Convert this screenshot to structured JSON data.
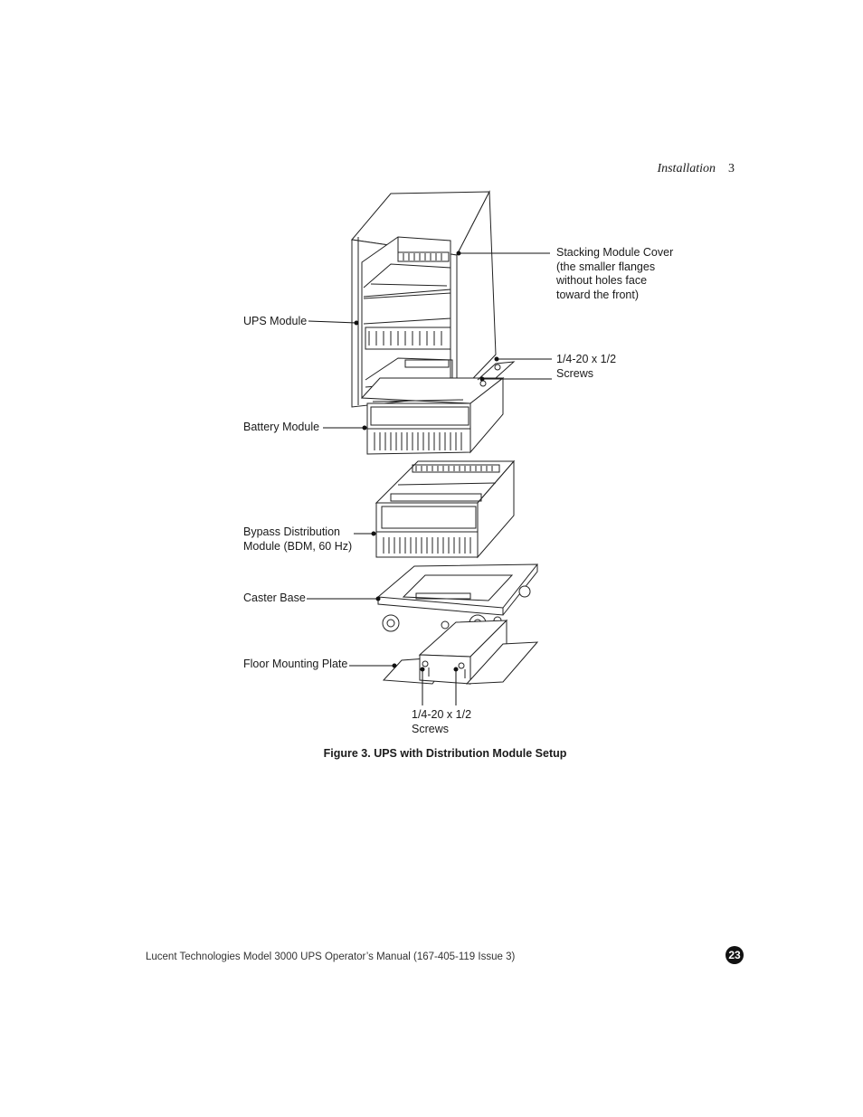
{
  "header": {
    "section": "Installation",
    "chapter": "3"
  },
  "figure": {
    "labels": {
      "ups_module": "UPS Module",
      "stacking_cover": "Stacking Module Cover\n(the smaller flanges\nwithout holes face\ntoward the front)",
      "screws_top": "1/4-20 x 1/2\nScrews",
      "battery_module": "Battery Module",
      "bdm": "Bypass Distribution\nModule (BDM, 60 Hz)",
      "caster_base": "Caster Base",
      "floor_plate": "Floor Mounting Plate",
      "screws_bottom": "1/4-20 x 1/2\nScrews"
    },
    "caption": "Figure 3. UPS with Distribution Module Setup"
  },
  "footer": {
    "manual": "Lucent Technologies Model 3000 UPS Operator’s Manual (167-405-119 Issue 3)",
    "page_number": "23"
  }
}
